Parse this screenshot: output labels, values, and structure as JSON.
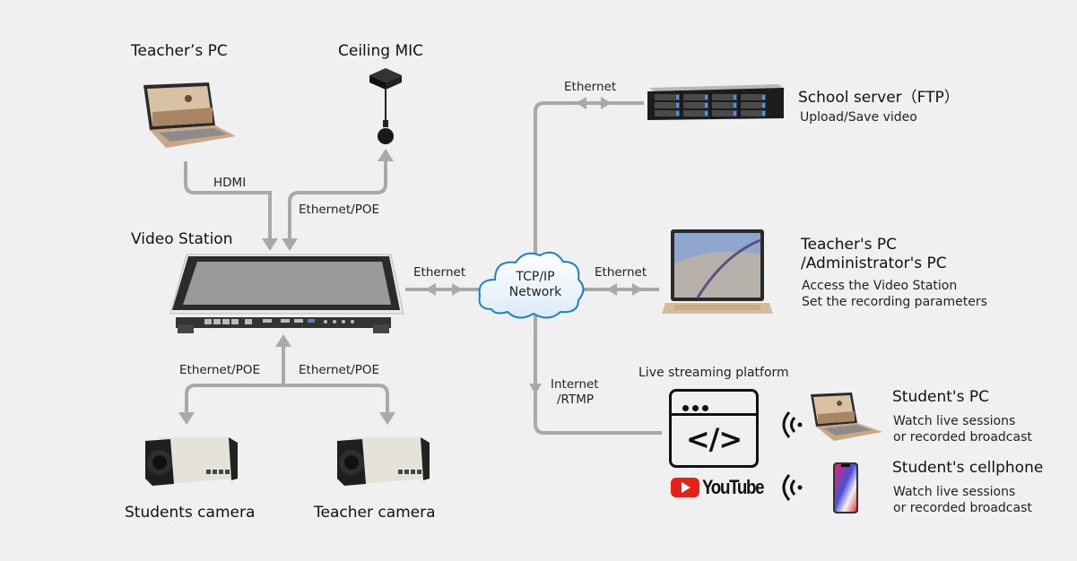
{
  "nodes": {
    "teacher_pc_top": {
      "title": "Teacher’s PC"
    },
    "ceiling_mic": {
      "title": "Ceiling MIC"
    },
    "video_station": {
      "title": "Video Station"
    },
    "students_camera": {
      "title": "Students camera"
    },
    "teacher_camera": {
      "title": "Teacher camera"
    },
    "network": {
      "line1": "TCP/IP",
      "line2": "Network"
    },
    "school_server": {
      "title": "School server（FTP）",
      "desc": "Upload/Save video"
    },
    "admin_pc": {
      "title_line1": "Teacher's PC",
      "title_line2": "/Administrator's PC",
      "desc_line1": "Access the Video Station",
      "desc_line2": "Set the recording parameters"
    },
    "streaming": {
      "title": "Live streaming platform",
      "brand": "YouTube",
      "code_glyph": "</>"
    },
    "student_pc": {
      "title": "Student's PC",
      "desc_line1": "Watch live sessions",
      "desc_line2": "or recorded broadcast"
    },
    "student_phone": {
      "title": "Student's cellphone",
      "desc_line1": "Watch live sessions",
      "desc_line2": "or recorded broadcast"
    }
  },
  "connections": {
    "hdmi": "HDMI",
    "mic_ethernet": "Ethernet/POE",
    "cam_left": "Ethernet/POE",
    "cam_right": "Ethernet/POE",
    "station_network": "Ethernet",
    "network_admin": "Ethernet",
    "network_server": "Ethernet",
    "network_internet_line1": "Internet",
    "network_internet_line2": "/RTMP"
  },
  "colors": {
    "background": "#f0f0f0",
    "wire": "#a9a9a9",
    "cloud": "#1f7fc6",
    "youtube_red": "#e62117"
  }
}
